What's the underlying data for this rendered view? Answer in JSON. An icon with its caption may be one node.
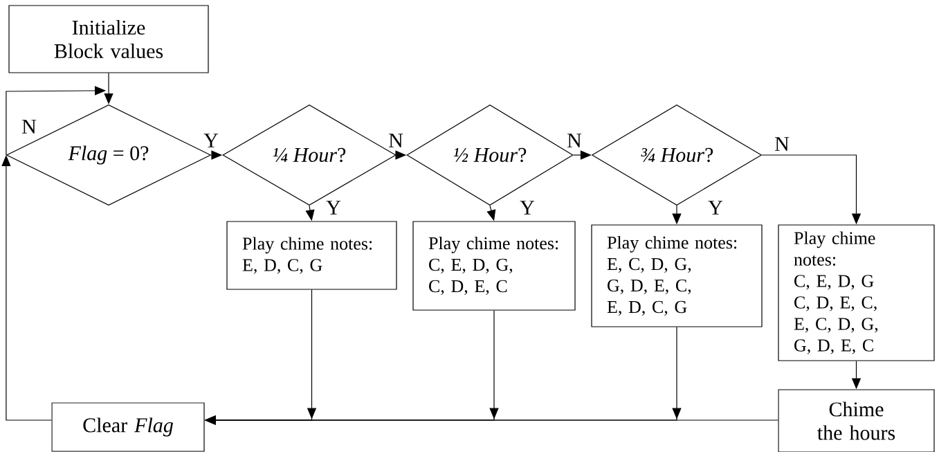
{
  "diagram": {
    "nodes": [
      {
        "text": [
          "Initialize Block values"
        ]
      },
      {
        "text": [
          "*Flag* = 0?"
        ]
      },
      {
        "text": [
          "*¼ Hour*?"
        ]
      },
      {
        "text": [
          "*½ Hour*?"
        ]
      },
      {
        "text": [
          "*¾ Hour*?"
        ]
      },
      {
        "text": [
          "Play chime notes:",
          "E, D, C, G"
        ]
      },
      {
        "text": [
          "Play chime notes:",
          "C, E, D, G,",
          "C, D, E, C"
        ]
      },
      {
        "text": [
          "Play chime notes:",
          "E, C, D, G,",
          "G, D, E, C,",
          "E, D, C, G"
        ]
      },
      {
        "text": [
          "Play chime notes:",
          "C, E, D, G",
          "C, D, E, C,",
          "E, C, D, G,",
          "G, D, E, C"
        ]
      },
      {
        "text": [
          "Chime the hours"
        ]
      },
      {
        "text": [
          "Clear *Flag*"
        ]
      }
    ],
    "edges": [
      {
        "from": 0,
        "to": 1,
        "arrow": "to"
      },
      {
        "from": 1,
        "to": 1,
        "arrow": "to",
        "label": "N"
      },
      {
        "from": 1,
        "to": 2,
        "arrow": "to",
        "label": "Y"
      },
      {
        "from": 2,
        "to": 3,
        "arrow": "to",
        "label": "N"
      },
      {
        "from": 3,
        "to": 4,
        "arrow": "to",
        "label": "N"
      },
      {
        "from": 4,
        "to": 8,
        "arrow": "to",
        "label": "N"
      },
      {
        "from": 2,
        "to": 5,
        "arrow": "to",
        "label": "Y"
      },
      {
        "from": 3,
        "to": 6,
        "arrow": "to",
        "label": "Y"
      },
      {
        "from": 4,
        "to": 7,
        "arrow": "to",
        "label": "Y"
      },
      {
        "from": 8,
        "to": 9,
        "arrow": "to"
      },
      {
        "from": 5,
        "to": 10,
        "arrow": "to"
      },
      {
        "from": 6,
        "to": 10,
        "arrow": "to"
      },
      {
        "from": 7,
        "to": 10,
        "arrow": "to"
      },
      {
        "from": 9,
        "to": 10,
        "arrow": "to"
      },
      {
        "from": 10,
        "to": 1,
        "arrow": "to"
      }
    ]
  }
}
